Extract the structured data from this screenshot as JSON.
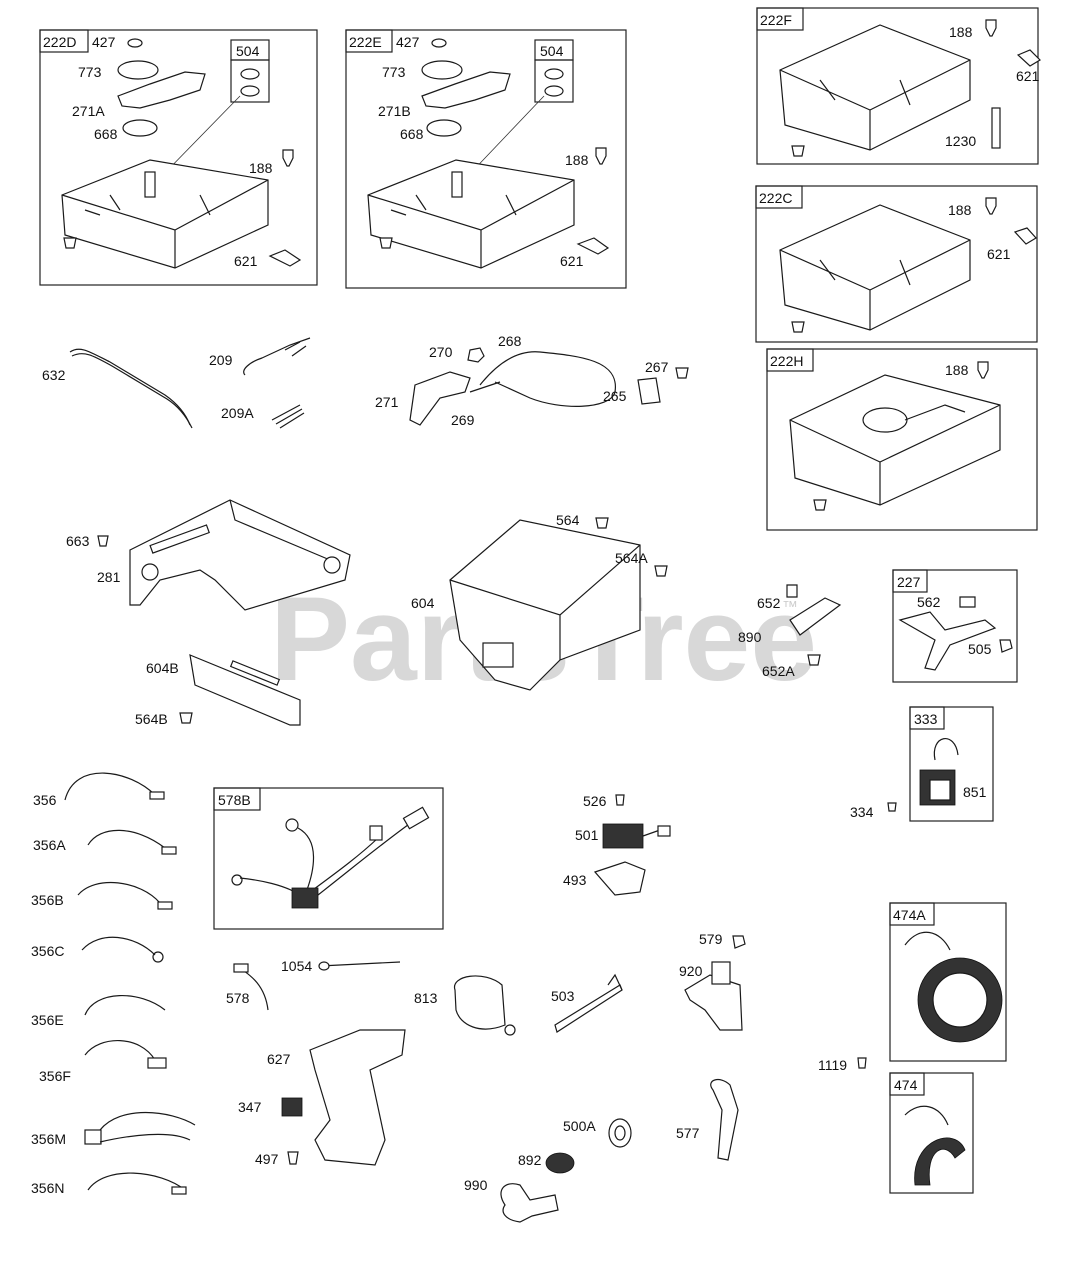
{
  "watermark": {
    "text": "PartsTree",
    "trademark": "™"
  },
  "boxes": {
    "b222D": {
      "tag": "222D",
      "sub": "504"
    },
    "b222E": {
      "tag": "222E",
      "sub": "504"
    },
    "b222F": {
      "tag": "222F"
    },
    "b222C": {
      "tag": "222C"
    },
    "b222H": {
      "tag": "222H"
    },
    "b227": {
      "tag": "227"
    },
    "b333": {
      "tag": "333"
    },
    "b578B": {
      "tag": "578B"
    },
    "b474A": {
      "tag": "474A"
    },
    "b474": {
      "tag": "474"
    }
  },
  "labels": {
    "l427a": "427",
    "l773a": "773",
    "l271A": "271A",
    "l668a": "668",
    "l188a": "188",
    "l621a": "621",
    "l427b": "427",
    "l773b": "773",
    "l271B": "271B",
    "l668b": "668",
    "l188b": "188",
    "l621b": "621",
    "l188f": "188",
    "l621f": "621",
    "l1230": "1230",
    "l188c": "188",
    "l621c": "621",
    "l188h": "188",
    "l632": "632",
    "l209": "209",
    "l209A": "209A",
    "l270": "270",
    "l268": "268",
    "l271": "271",
    "l269": "269",
    "l267": "267",
    "l265": "265",
    "l663": "663",
    "l281": "281",
    "l564": "564",
    "l564A": "564A",
    "l604": "604",
    "l604B": "604B",
    "l564B": "564B",
    "l652": "652",
    "l890": "890",
    "l652A": "652A",
    "l562": "562",
    "l505": "505",
    "l851": "851",
    "l334": "334",
    "l356": "356",
    "l356A": "356A",
    "l356B": "356B",
    "l356C": "356C",
    "l356E": "356E",
    "l356F": "356F",
    "l356M": "356M",
    "l356N": "356N",
    "l526": "526",
    "l501": "501",
    "l493": "493",
    "l579": "579",
    "l920": "920",
    "l1054": "1054",
    "l578": "578",
    "l813": "813",
    "l503": "503",
    "l627": "627",
    "l347": "347",
    "l497": "497",
    "l500A": "500A",
    "l577": "577",
    "l892": "892",
    "l990": "990",
    "l1119": "1119"
  }
}
